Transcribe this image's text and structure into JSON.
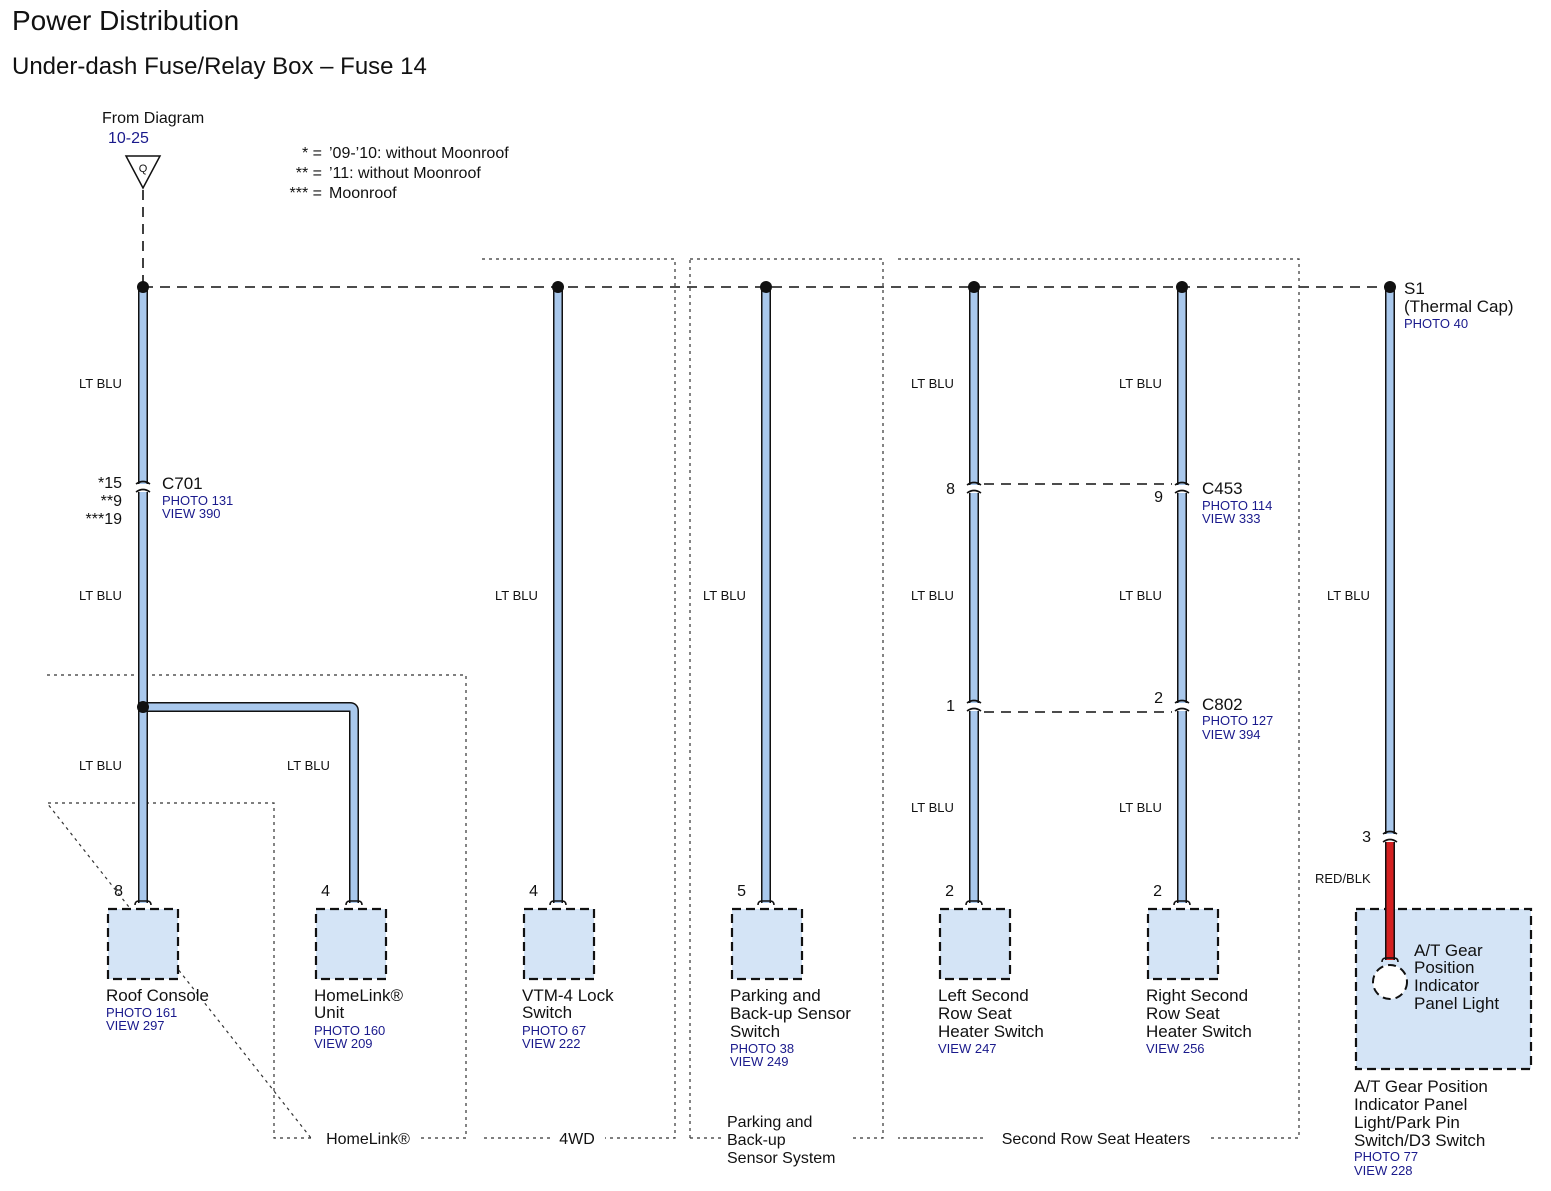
{
  "title": "Power Distribution",
  "subtitle": "Under-dash Fuse/Relay Box – Fuse 14",
  "source": {
    "label": "From Diagram",
    "ref": "10-25",
    "connector": "Q"
  },
  "legend": [
    {
      "key": "* =",
      "text": "’09-’10: without Moonroof"
    },
    {
      "key": "** =",
      "text": "’11: without Moonroof"
    },
    {
      "key": "*** =",
      "text": "Moonroof"
    }
  ],
  "splice": {
    "name": "S1",
    "desc": "(Thermal Cap)",
    "photo": "PHOTO 40"
  },
  "wire_colors": {
    "lt_blu": "LT BLU",
    "red_blk": "RED/BLK"
  },
  "connectors": {
    "c701": {
      "name": "C701",
      "photo": "PHOTO 131",
      "view": "VIEW 390",
      "pins": [
        "*15",
        "**9",
        "***19"
      ]
    },
    "c453": {
      "name": "C453",
      "photo": "PHOTO 114",
      "view": "VIEW 333",
      "left_pin": "8",
      "right_pin": "9"
    },
    "c802": {
      "name": "C802",
      "photo": "PHOTO 127",
      "view": "VIEW 394",
      "left_pin": "1",
      "right_pin": "2"
    },
    "at_pin": "3"
  },
  "components": [
    {
      "pin": "8",
      "line1": "Roof Console",
      "line2": "",
      "line3": "",
      "photo": "PHOTO 161",
      "view": "VIEW 297"
    },
    {
      "pin": "4",
      "line1": "HomeLink®",
      "line2": "Unit",
      "line3": "",
      "photo": "PHOTO 160",
      "view": "VIEW 209"
    },
    {
      "pin": "4",
      "line1": "VTM-4 Lock",
      "line2": "Switch",
      "line3": "",
      "photo": "PHOTO 67",
      "view": "VIEW 222"
    },
    {
      "pin": "5",
      "line1": "Parking and",
      "line2": "Back-up Sensor",
      "line3": "Switch",
      "photo": "PHOTO 38",
      "view": "VIEW 249"
    },
    {
      "pin": "2",
      "line1": "Left Second",
      "line2": "Row Seat",
      "line3": "Heater Switch",
      "photo": "",
      "view": "VIEW 247"
    },
    {
      "pin": "2",
      "line1": "Right Second",
      "line2": "Row Seat",
      "line3": "Heater Switch",
      "photo": "",
      "view": "VIEW 256"
    }
  ],
  "at_component": {
    "inner": [
      "A/T Gear",
      "Position",
      "Indicator",
      "Panel Light"
    ],
    "outer": [
      "A/T Gear Position",
      "Indicator Panel",
      "Light/Park Pin",
      "Switch/D3 Switch"
    ],
    "photo": "PHOTO 77",
    "view": "VIEW 228"
  },
  "groups": {
    "homelink": "HomeLink®",
    "fourwd": "4WD",
    "parking": [
      "Parking and",
      "Back-up",
      "Sensor System"
    ],
    "seat": "Second Row Seat Heaters"
  },
  "colors": {
    "wire_fill": "#a9c8ec",
    "wire_red": "#d42020",
    "component_fill": "#d4e4f6"
  }
}
